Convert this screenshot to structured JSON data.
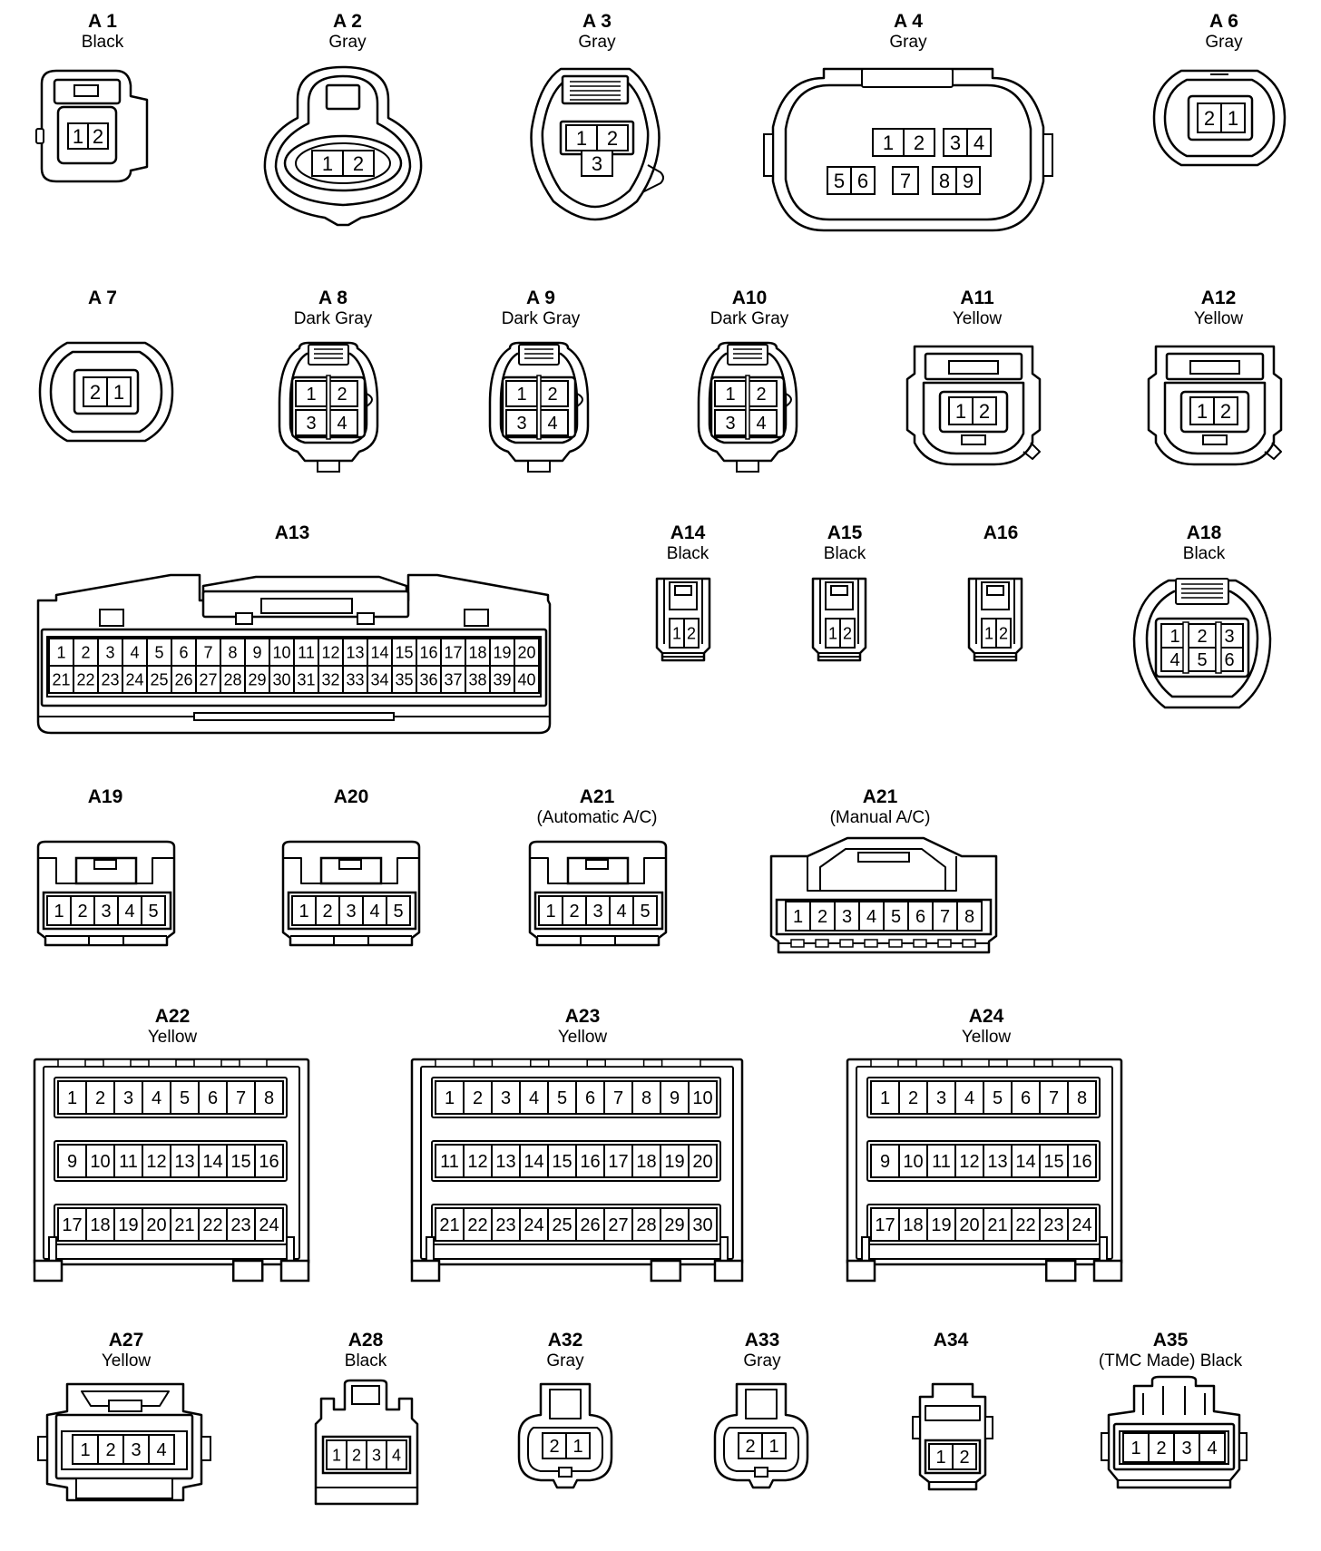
{
  "connectors": [
    {
      "id": "A 1",
      "color": "Black",
      "pins": [
        "1",
        "2"
      ]
    },
    {
      "id": "A 2",
      "color": "Gray",
      "pins": [
        "1",
        "2"
      ]
    },
    {
      "id": "A 3",
      "color": "Gray",
      "pins": [
        "1",
        "2",
        "3"
      ]
    },
    {
      "id": "A 4",
      "color": "Gray",
      "pins": [
        "1",
        "2",
        "3",
        "4",
        "5",
        "6",
        "7",
        "8",
        "9"
      ]
    },
    {
      "id": "A 6",
      "color": "Gray",
      "pins": [
        "2",
        "1"
      ]
    },
    {
      "id": "A 7",
      "color": "",
      "pins": [
        "2",
        "1"
      ]
    },
    {
      "id": "A 8",
      "color": "Dark Gray",
      "pins": [
        "1",
        "2",
        "3",
        "4"
      ]
    },
    {
      "id": "A 9",
      "color": "Dark Gray",
      "pins": [
        "1",
        "2",
        "3",
        "4"
      ]
    },
    {
      "id": "A10",
      "color": "Dark Gray",
      "pins": [
        "1",
        "2",
        "3",
        "4"
      ]
    },
    {
      "id": "A11",
      "color": "Yellow",
      "pins": [
        "1",
        "2"
      ]
    },
    {
      "id": "A12",
      "color": "Yellow",
      "pins": [
        "1",
        "2"
      ]
    },
    {
      "id": "A13",
      "color": "",
      "pins": [
        "1",
        "2",
        "3",
        "4",
        "5",
        "6",
        "7",
        "8",
        "9",
        "10",
        "11",
        "12",
        "13",
        "14",
        "15",
        "16",
        "17",
        "18",
        "19",
        "20",
        "21",
        "22",
        "23",
        "24",
        "25",
        "26",
        "27",
        "28",
        "29",
        "30",
        "31",
        "32",
        "33",
        "34",
        "35",
        "36",
        "37",
        "38",
        "39",
        "40"
      ]
    },
    {
      "id": "A14",
      "color": "Black",
      "pins": [
        "1",
        "2"
      ]
    },
    {
      "id": "A15",
      "color": "Black",
      "pins": [
        "1",
        "2"
      ]
    },
    {
      "id": "A16",
      "color": "",
      "pins": [
        "1",
        "2"
      ]
    },
    {
      "id": "A18",
      "color": "Black",
      "pins": [
        "1",
        "2",
        "3",
        "4",
        "5",
        "6"
      ]
    },
    {
      "id": "A19",
      "color": "",
      "pins": [
        "1",
        "2",
        "3",
        "4",
        "5"
      ]
    },
    {
      "id": "A20",
      "color": "",
      "pins": [
        "1",
        "2",
        "3",
        "4",
        "5"
      ]
    },
    {
      "id": "A21",
      "color": "(Automatic A/C)",
      "pins": [
        "1",
        "2",
        "3",
        "4",
        "5"
      ]
    },
    {
      "id": "A21",
      "color": "(Manual A/C)",
      "pins": [
        "1",
        "2",
        "3",
        "4",
        "5",
        "6",
        "7",
        "8"
      ]
    },
    {
      "id": "A22",
      "color": "Yellow",
      "pins": [
        "1",
        "2",
        "3",
        "4",
        "5",
        "6",
        "7",
        "8",
        "9",
        "10",
        "11",
        "12",
        "13",
        "14",
        "15",
        "16",
        "17",
        "18",
        "19",
        "20",
        "21",
        "22",
        "23",
        "24"
      ]
    },
    {
      "id": "A23",
      "color": "Yellow",
      "pins": [
        "1",
        "2",
        "3",
        "4",
        "5",
        "6",
        "7",
        "8",
        "9",
        "10",
        "11",
        "12",
        "13",
        "14",
        "15",
        "16",
        "17",
        "18",
        "19",
        "20",
        "21",
        "22",
        "23",
        "24",
        "25",
        "26",
        "27",
        "28",
        "29",
        "30"
      ]
    },
    {
      "id": "A24",
      "color": "Yellow",
      "pins": [
        "1",
        "2",
        "3",
        "4",
        "5",
        "6",
        "7",
        "8",
        "9",
        "10",
        "11",
        "12",
        "13",
        "14",
        "15",
        "16",
        "17",
        "18",
        "19",
        "20",
        "21",
        "22",
        "23",
        "24"
      ]
    },
    {
      "id": "A27",
      "color": "Yellow",
      "pins": [
        "1",
        "2",
        "3",
        "4"
      ]
    },
    {
      "id": "A28",
      "color": "Black",
      "pins": [
        "1",
        "2",
        "3",
        "4"
      ]
    },
    {
      "id": "A32",
      "color": "Gray",
      "pins": [
        "2",
        "1"
      ]
    },
    {
      "id": "A33",
      "color": "Gray",
      "pins": [
        "2",
        "1"
      ]
    },
    {
      "id": "A34",
      "color": "",
      "pins": [
        "1",
        "2"
      ]
    },
    {
      "id": "A35",
      "color": "(TMC Made)  Black",
      "pins": [
        "1",
        "2",
        "3",
        "4"
      ]
    }
  ]
}
